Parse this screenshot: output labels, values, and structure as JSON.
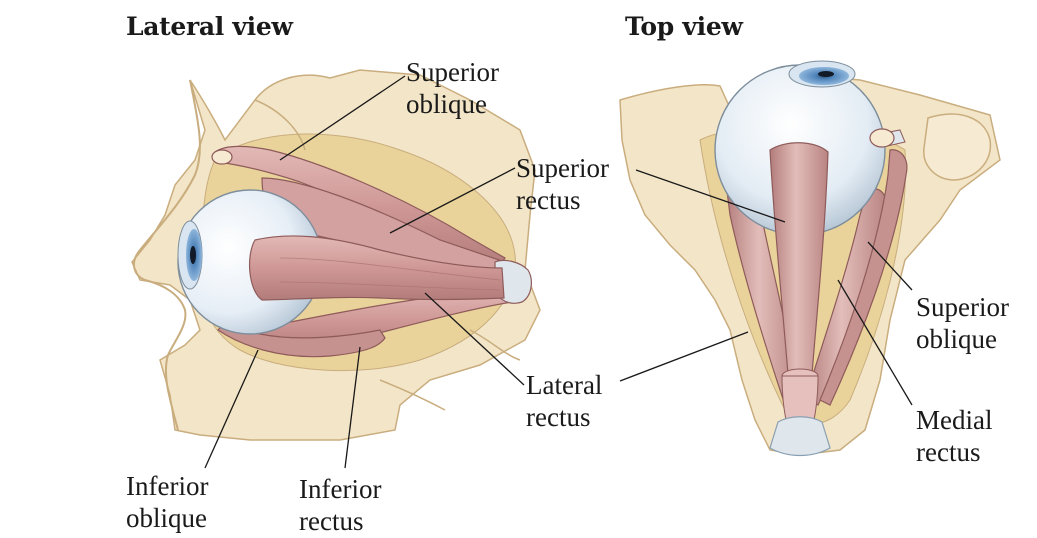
{
  "titles": {
    "lateral": "Lateral view",
    "top": "Top view"
  },
  "labels": {
    "lateral_superior_oblique": [
      "Superior",
      "oblique"
    ],
    "superior_rectus": [
      "Superior",
      "rectus"
    ],
    "lateral_rectus": [
      "Lateral",
      "rectus"
    ],
    "inferior_oblique": [
      "Inferior",
      "oblique"
    ],
    "inferior_rectus": [
      "Inferior",
      "rectus"
    ],
    "top_superior_oblique": [
      "Superior",
      "oblique"
    ],
    "medial_rectus": [
      "Medial",
      "rectus"
    ]
  },
  "colors": {
    "bone": "#f3e5c7",
    "bone_outline": "#c9ad7e",
    "fat": "#e9d39a",
    "muscle": "#c98f8f",
    "muscle_light": "#e6c0bd",
    "muscle_outline": "#8e5b5a",
    "eyeball": "#eaf1f7",
    "eyeball_shade": "#b9c8d6",
    "iris": "#5b8fc4",
    "leader_line": "#1a1a1a"
  }
}
